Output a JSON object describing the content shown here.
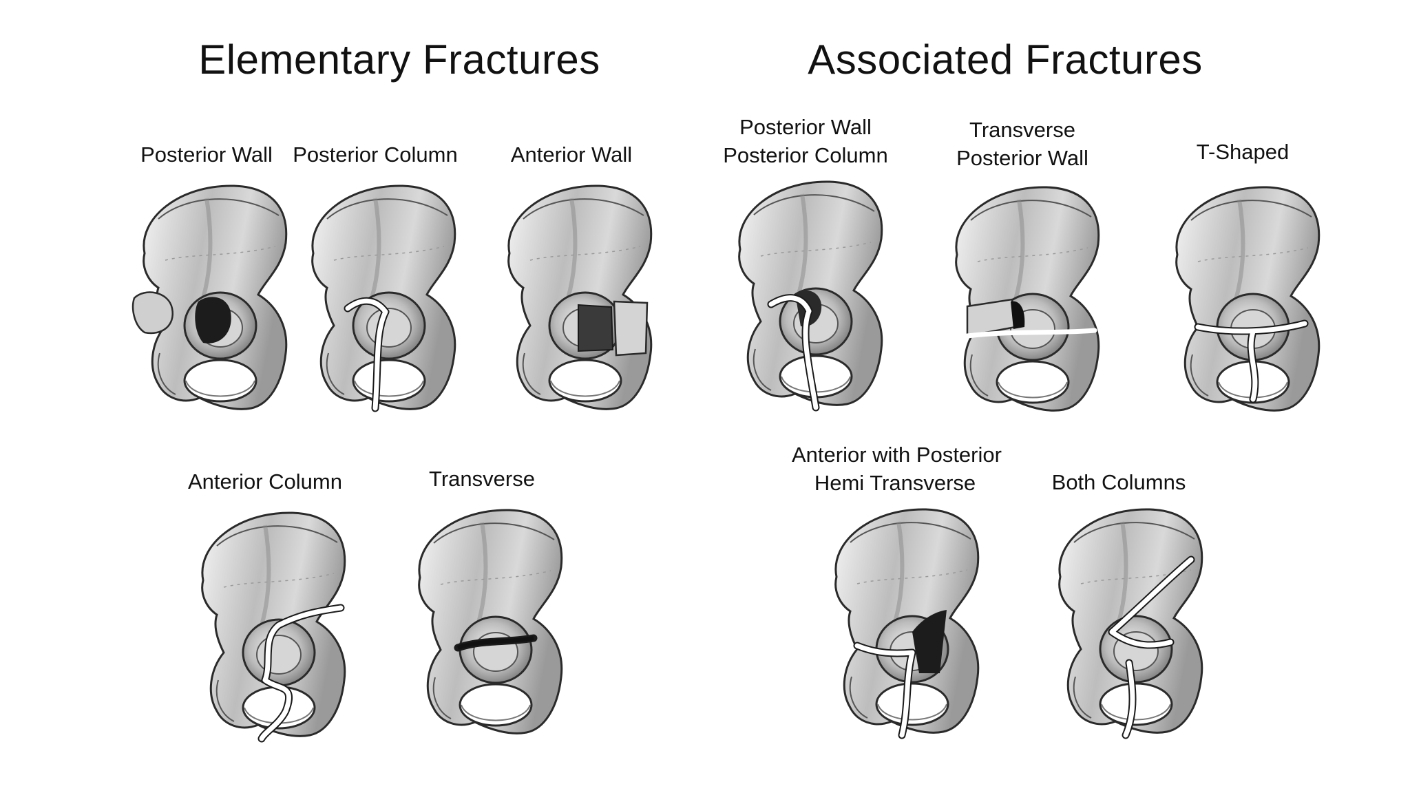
{
  "sections": {
    "elementary": "Elementary Fractures",
    "associated": "Associated Fractures"
  },
  "figures": [
    {
      "id": "posterior-wall",
      "lines": [
        "Posterior Wall"
      ]
    },
    {
      "id": "posterior-column",
      "lines": [
        "Posterior Column"
      ]
    },
    {
      "id": "anterior-wall",
      "lines": [
        "Anterior Wall"
      ]
    },
    {
      "id": "anterior-column",
      "lines": [
        "Anterior Column"
      ]
    },
    {
      "id": "transverse",
      "lines": [
        "Transverse"
      ]
    },
    {
      "id": "posterior-wall-posterior-column",
      "lines": [
        "Posterior Wall",
        "Posterior Column"
      ]
    },
    {
      "id": "transverse-posterior-wall",
      "lines": [
        "Transverse",
        "Posterior Wall"
      ]
    },
    {
      "id": "t-shaped",
      "lines": [
        "T-Shaped"
      ]
    },
    {
      "id": "anterior-posterior-hemi-transverse",
      "lines": [
        "Anterior with Posterior",
        "Hemi Transverse"
      ]
    },
    {
      "id": "both-columns",
      "lines": [
        "Both Columns"
      ]
    }
  ]
}
